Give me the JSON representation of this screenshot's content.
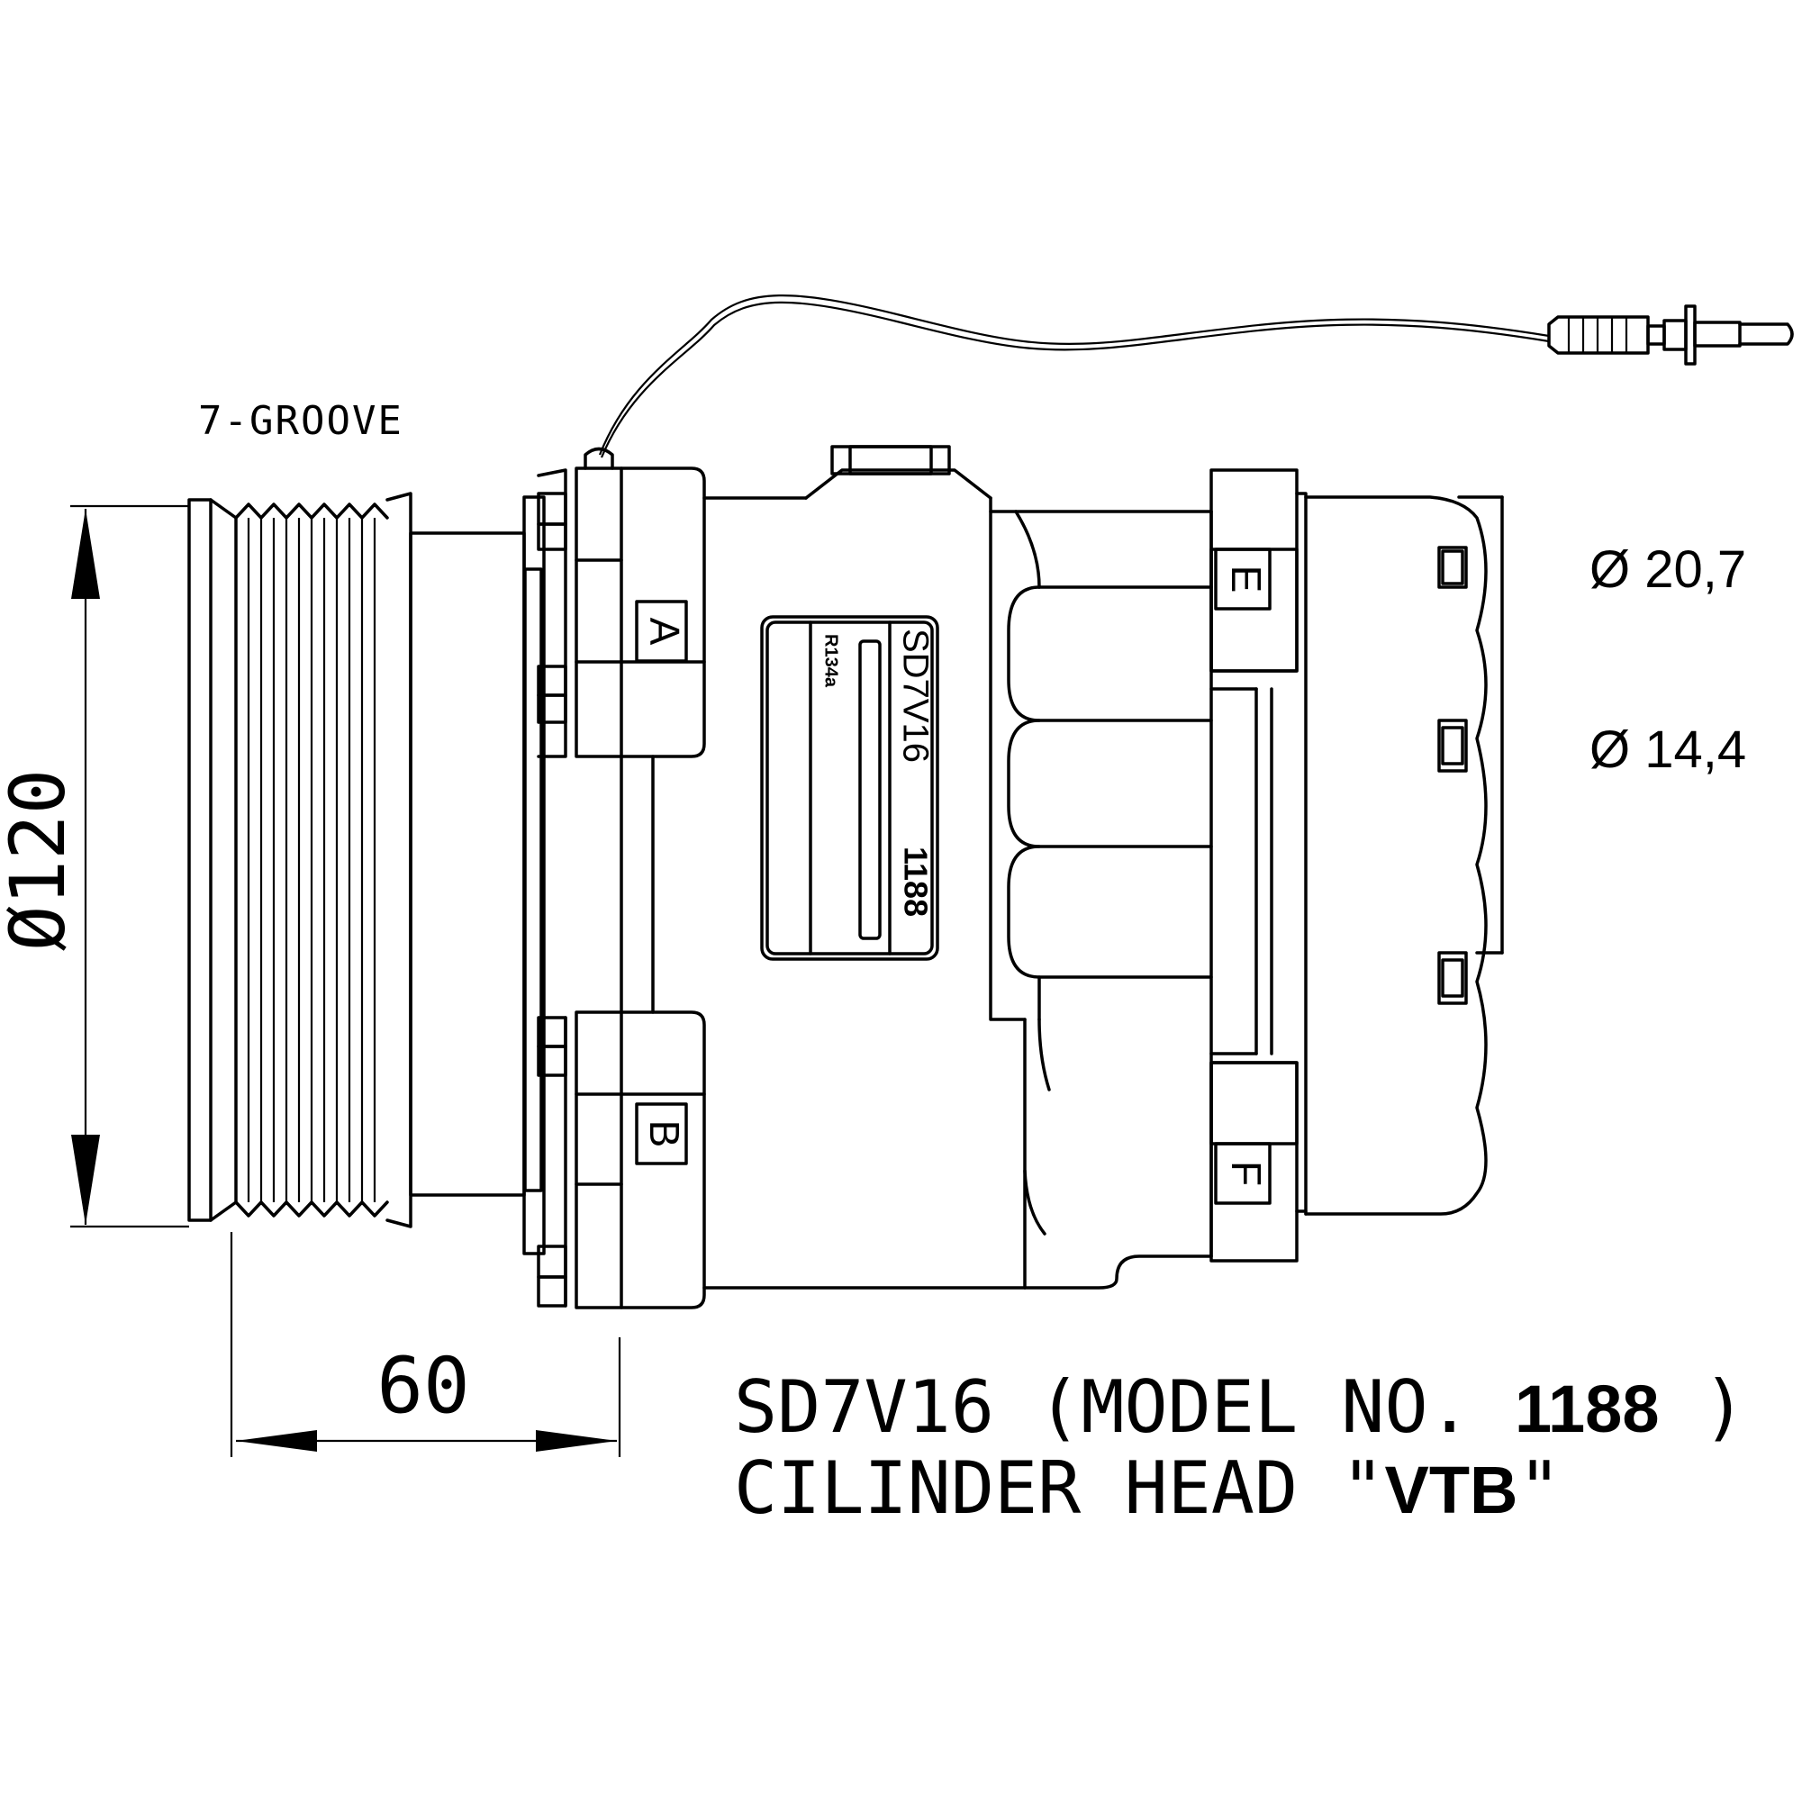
{
  "labels": {
    "groove": "7-GROOVE",
    "pulley_diameter": "Ø120",
    "length": "60",
    "port_e_diameter": "Ø 20,7",
    "port_f_diameter": "Ø 14,4",
    "port_a": "A",
    "port_b": "B",
    "port_e": "E",
    "port_f": "F"
  },
  "nameplate": {
    "model": "SD7V16",
    "number": "1188",
    "refrigerant": "R134a"
  },
  "caption": {
    "line1_prefix": "SD7V16 (MODEL NO. ",
    "line1_number": "1188",
    "line1_suffix": " )",
    "line2_prefix": "CILINDER HEAD \"",
    "line2_code": "VTB",
    "line2_suffix": "\""
  }
}
